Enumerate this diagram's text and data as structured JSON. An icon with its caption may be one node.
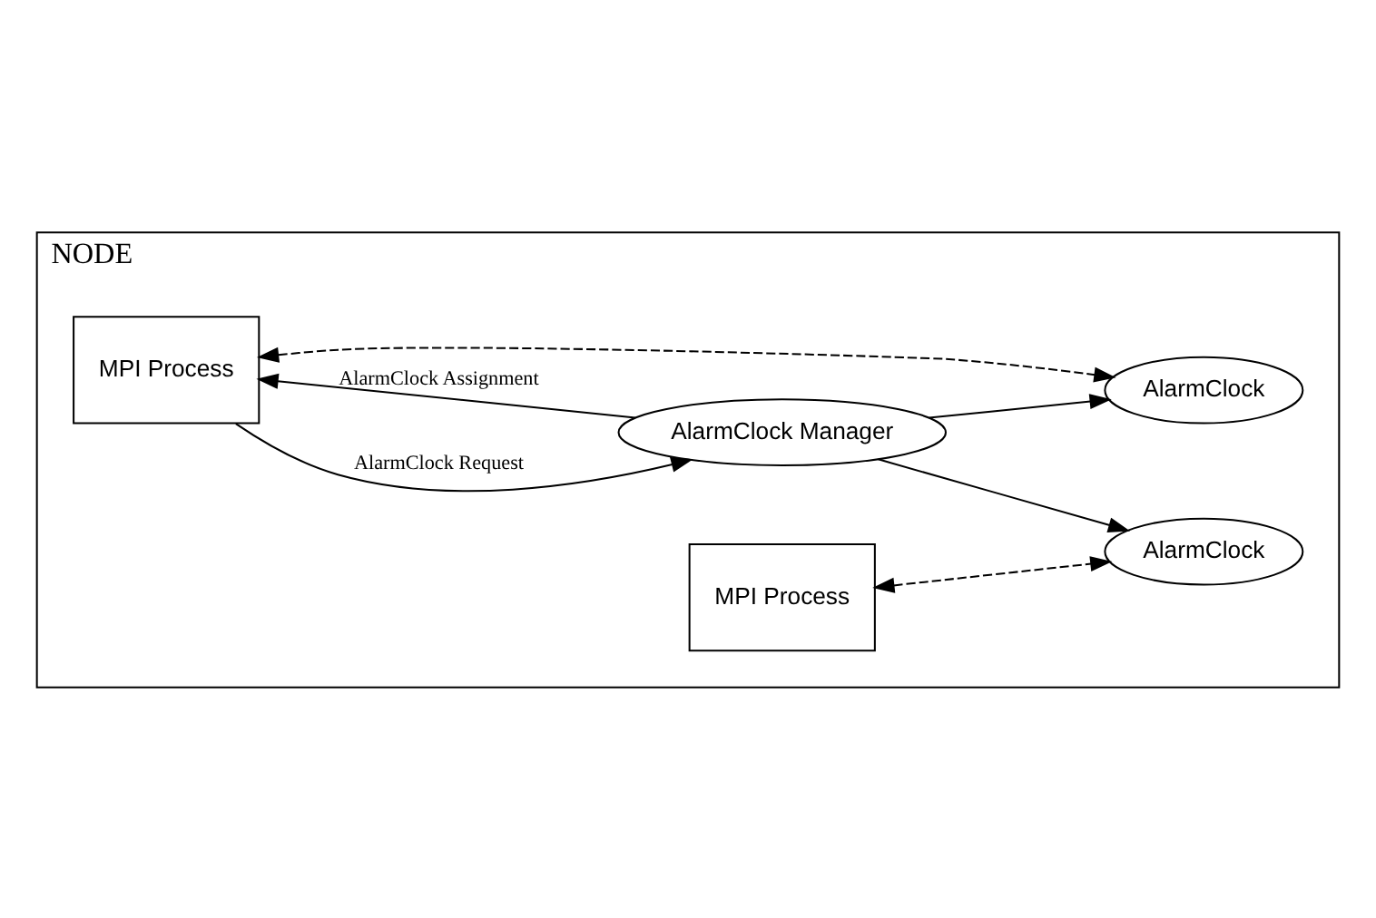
{
  "diagram": {
    "nodes": [
      {
        "text": [
          "NODE"
        ]
      },
      {
        "text": [
          "MPI Process"
        ],
        "in": 0
      },
      {
        "text": [
          "AlarmClock Manager"
        ],
        "in": 0
      },
      {
        "text": [
          "AlarmClock"
        ],
        "in": 0
      },
      {
        "text": [
          "MPI Process"
        ],
        "in": 0
      },
      {
        "text": [
          "AlarmClock"
        ],
        "in": 0
      }
    ],
    "edges": [
      {
        "from": 1,
        "to": 2,
        "arrow": "to",
        "label": "AlarmClock Request"
      },
      {
        "from": 2,
        "to": 1,
        "arrow": "to",
        "label": "AlarmClock Assignment"
      },
      {
        "from": 2,
        "to": 3,
        "arrow": "to"
      },
      {
        "from": 2,
        "to": 5,
        "arrow": "to"
      },
      {
        "from": 1,
        "to": 3,
        "arrow": "both",
        "style": "dashed"
      },
      {
        "from": 4,
        "to": 5,
        "arrow": "both",
        "style": "dashed"
      }
    ]
  }
}
